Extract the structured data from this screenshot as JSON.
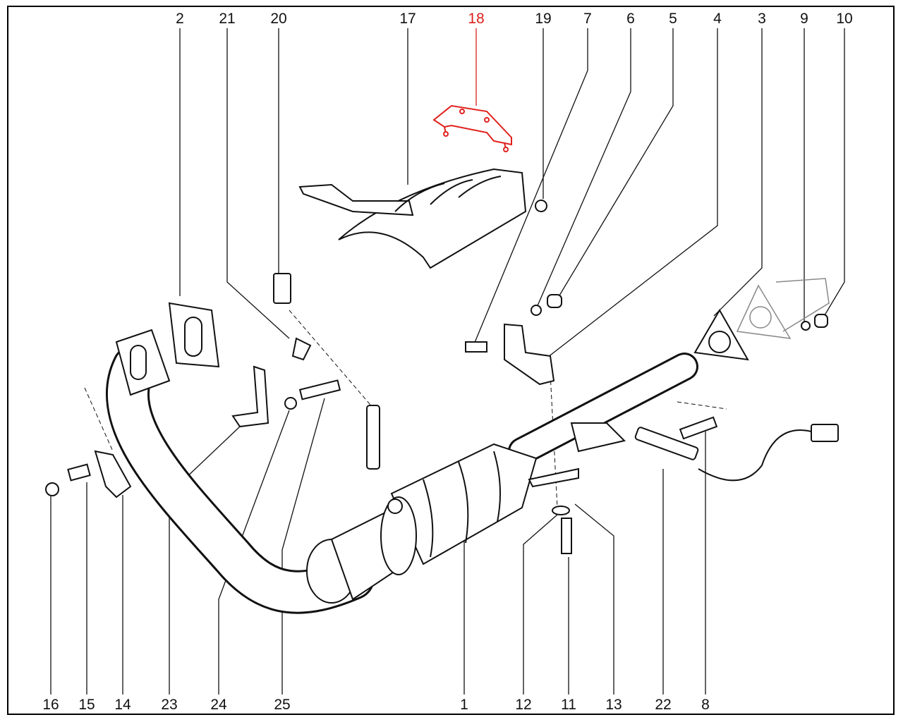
{
  "diagram": {
    "highlight_color": "#e0201c",
    "line_color": "#111111",
    "top_labels": [
      {
        "id": "2",
        "text": "2"
      },
      {
        "id": "21",
        "text": "21"
      },
      {
        "id": "20",
        "text": "20"
      },
      {
        "id": "17",
        "text": "17"
      },
      {
        "id": "18",
        "text": "18",
        "highlighted": true
      },
      {
        "id": "19",
        "text": "19"
      },
      {
        "id": "7",
        "text": "7"
      },
      {
        "id": "6",
        "text": "6"
      },
      {
        "id": "5",
        "text": "5"
      },
      {
        "id": "4",
        "text": "4"
      },
      {
        "id": "3",
        "text": "3"
      },
      {
        "id": "9",
        "text": "9"
      },
      {
        "id": "10",
        "text": "10"
      }
    ],
    "bottom_labels": [
      {
        "id": "16",
        "text": "16"
      },
      {
        "id": "15",
        "text": "15"
      },
      {
        "id": "14",
        "text": "14"
      },
      {
        "id": "23",
        "text": "23"
      },
      {
        "id": "24",
        "text": "24"
      },
      {
        "id": "25",
        "text": "25"
      },
      {
        "id": "1",
        "text": "1"
      },
      {
        "id": "12",
        "text": "12"
      },
      {
        "id": "11",
        "text": "11"
      },
      {
        "id": "13",
        "text": "13"
      },
      {
        "id": "22",
        "text": "22"
      },
      {
        "id": "8",
        "text": "8"
      }
    ]
  }
}
